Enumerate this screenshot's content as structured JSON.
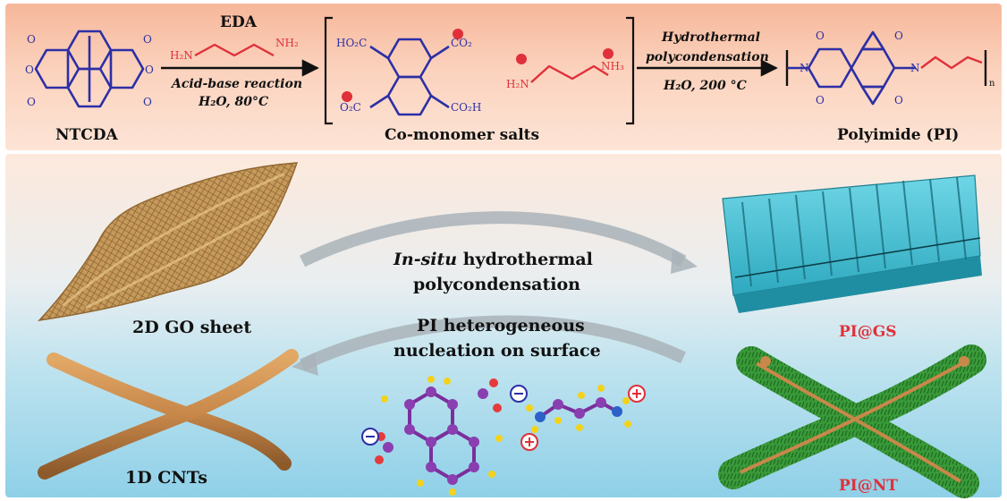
{
  "reaction": {
    "ntcda_label": "NTCDA",
    "eda_label": "EDA",
    "step1_line1": "Acid-base reaction",
    "step1_line2": "H₂O, 80°C",
    "salts_label": "Co-monomer salts",
    "step2_line1": "Hydrothermal",
    "step2_line2": "polycondensation",
    "step2_line3": "H₂O, 200 °C",
    "pi_label": "Polyimide (PI)",
    "n_sub": "n",
    "atoms": {
      "o": "O",
      "n": "N",
      "ho2c": "HO₂C",
      "co2": "CO₂",
      "o2c": "O₂C",
      "co2h": "CO₂H",
      "h2n": "H₂N",
      "nh2": "NH₂",
      "nh3": "NH₃"
    }
  },
  "process": {
    "go_label": "2D GO sheet",
    "cnt_label": "1D CNTs",
    "upper_line1_italic": "In-situ",
    "upper_line1_rest": " hydrothermal",
    "upper_line2": "polycondensation",
    "lower_line1": "PI heterogeneous",
    "lower_line2": "nucleation on surface",
    "pigs_label": "PI@GS",
    "pint_label": "PI@NT"
  },
  "colors": {
    "molecule_blue": "#2c2fa6",
    "eda_red": "#e0303a",
    "go_sheet": "#c69a5c",
    "cnt_tan": "#c8884a",
    "pigs_teal": "#3fbdd0",
    "pint_green": "#3a9a3a",
    "product_label_red": "#e0303a"
  }
}
